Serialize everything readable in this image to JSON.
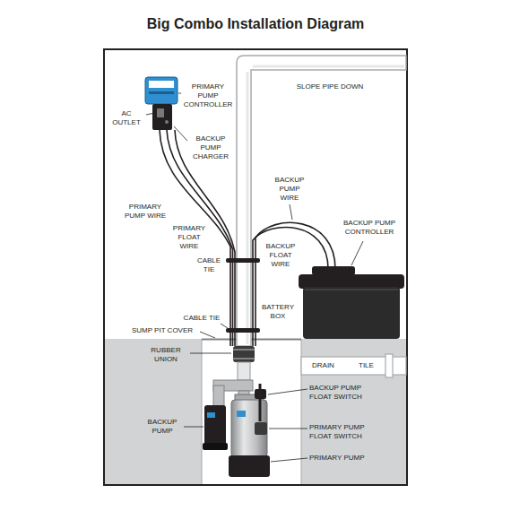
{
  "diagram": {
    "title": "Big Combo Installation Diagram",
    "labels": [
      "PRIMARY PUMP CONTROLLER",
      "AC OUTLET",
      "BACKUP PUMP CHARGER",
      "SLOPE PIPE DOWN",
      "PRIMARY PUMP WIRE",
      "PRIMARY FLOAT WIRE",
      "BACKUP PUMP WIRE",
      "BACKUP FLOAT WIRE",
      "BACKUP PUMP CONTROLLER",
      "CABLE TIE",
      "BATTERY BOX",
      "CABLE TIE",
      "SUMP PIT COVER",
      "RUBBER UNION",
      "DRAIN",
      "TILE",
      "BACKUP PUMP FLOAT SWITCH",
      "BACKUP PUMP",
      "PRIMARY PUMP FLOAT SWITCH",
      "PRIMARY PUMP"
    ]
  }
}
